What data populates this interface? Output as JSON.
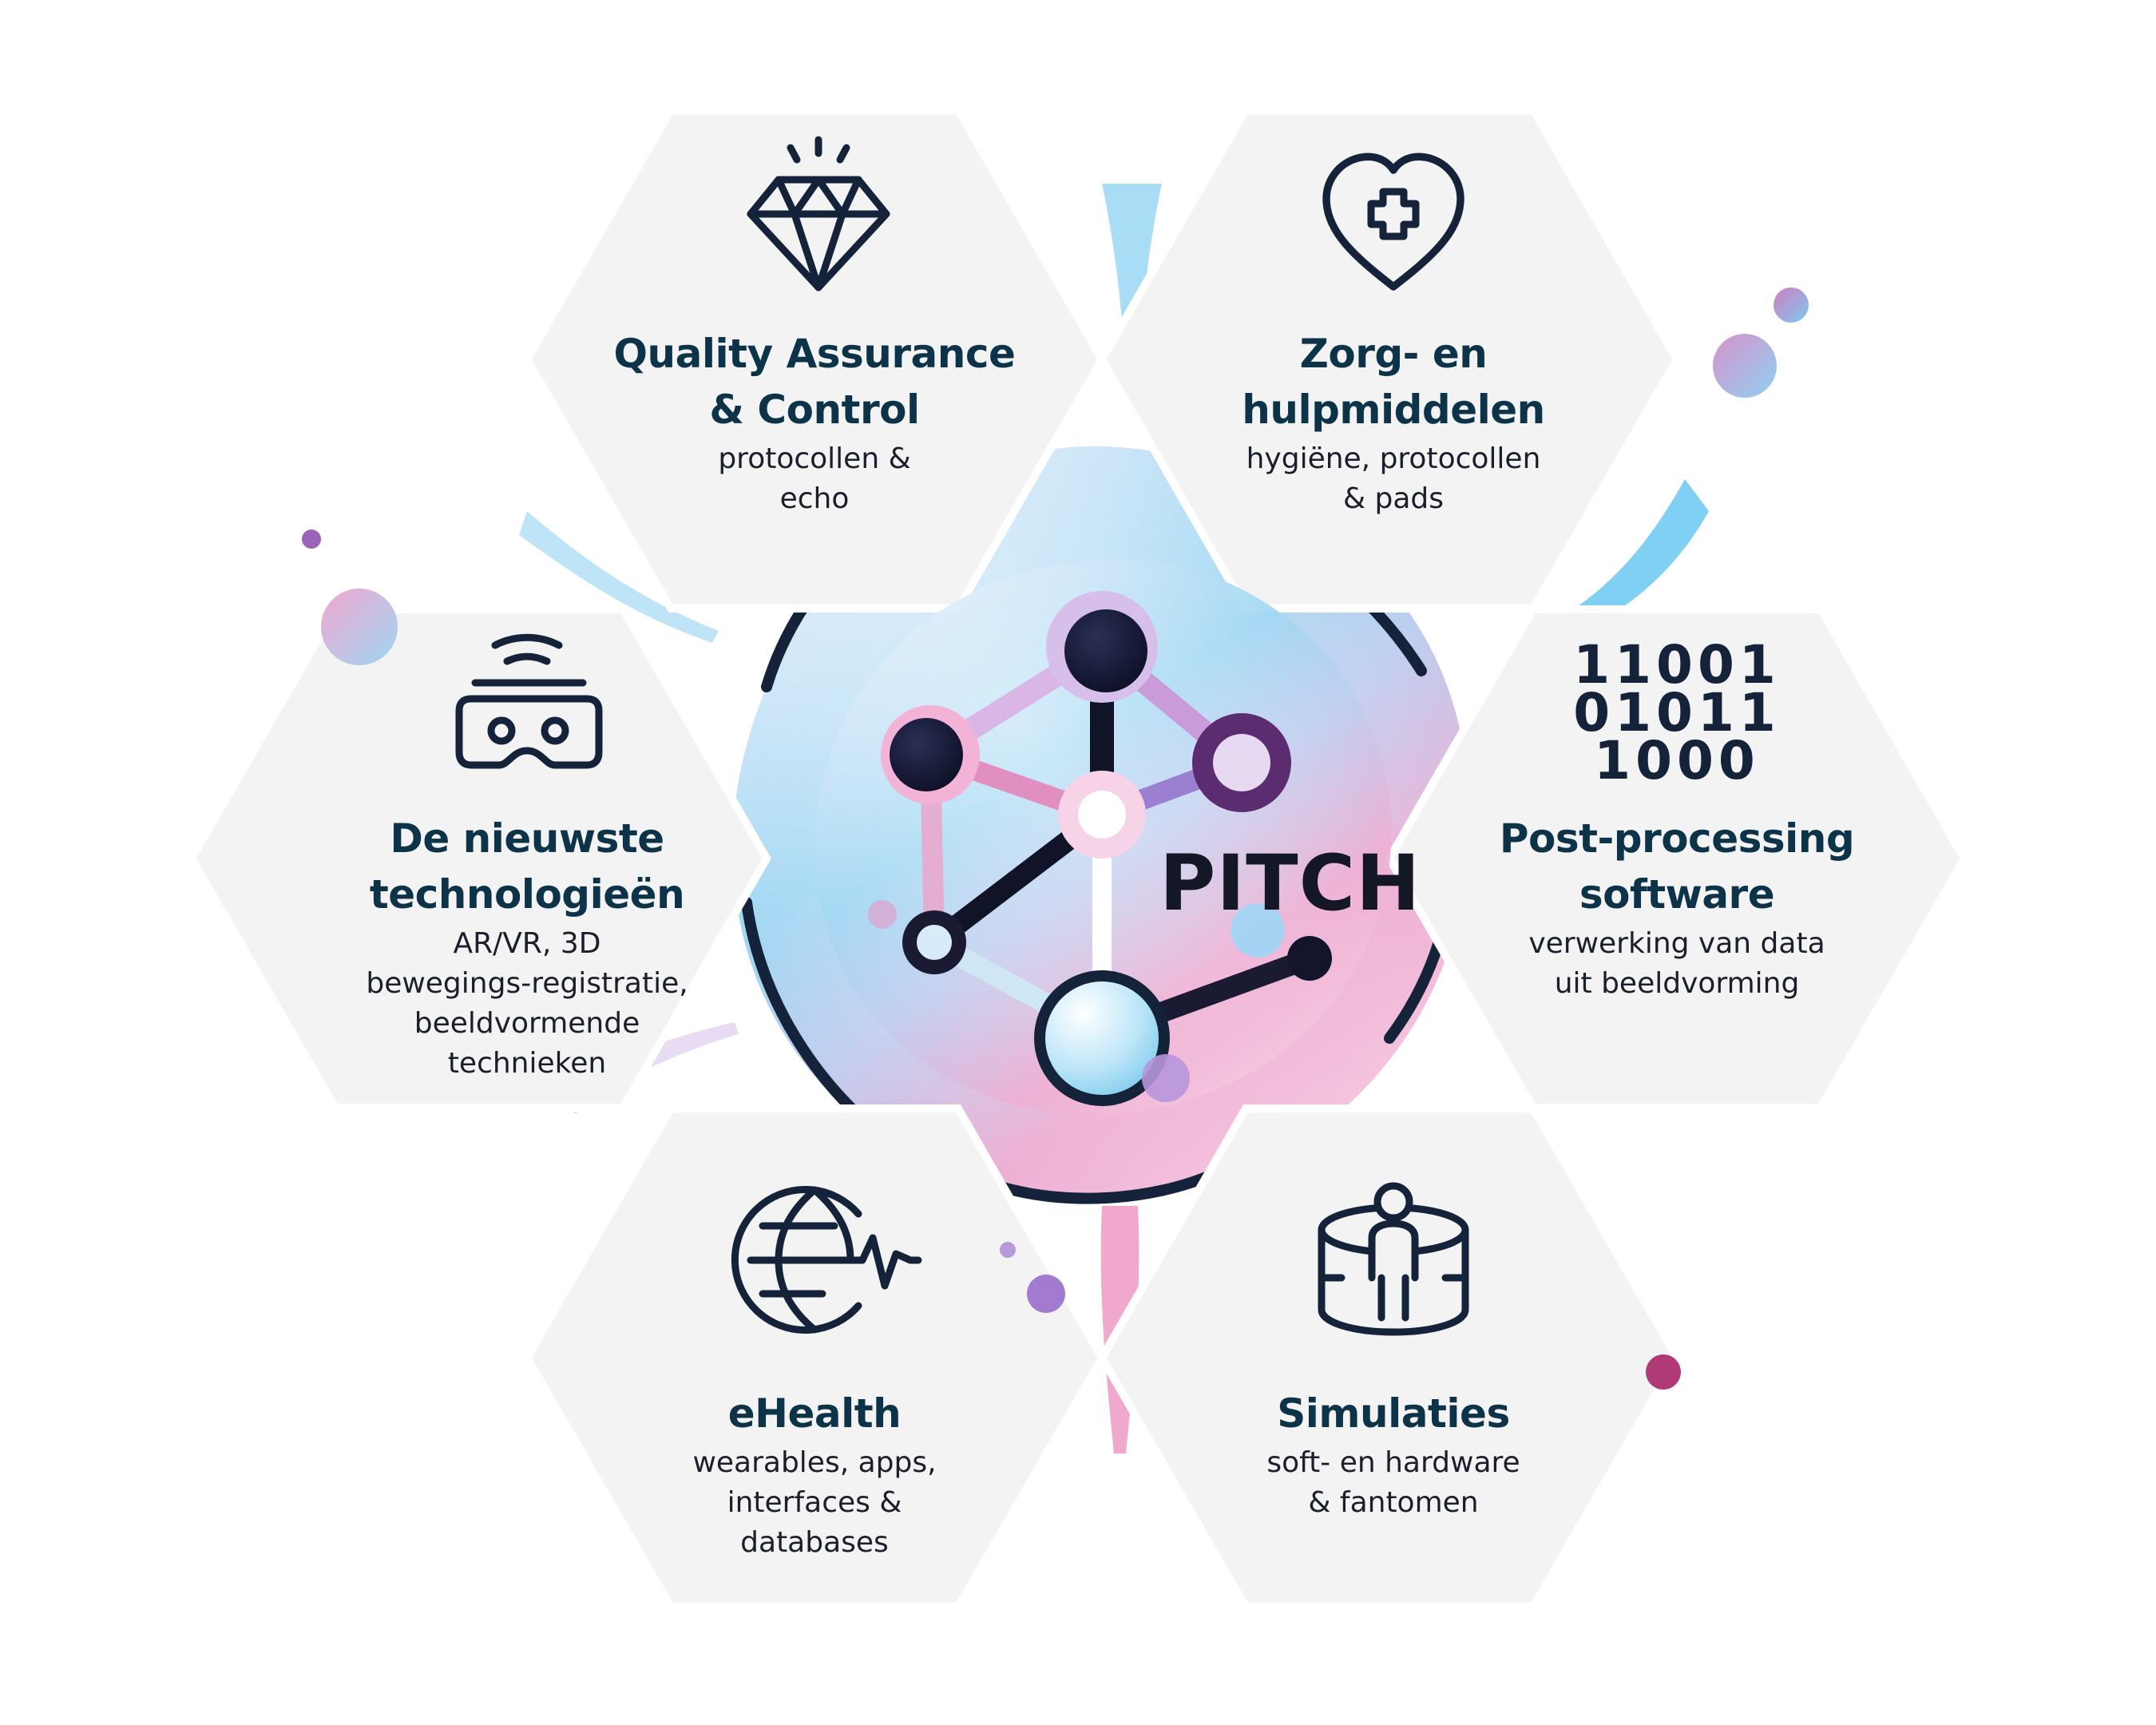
{
  "brand": "PITCH",
  "colors": {
    "navy": "#14233a",
    "title": "#0d3349",
    "hex_fill": "#f3f3f4",
    "cyan": "#35b6ea",
    "pink": "#ee9cc9",
    "purple": "#5b2c6f"
  },
  "segments": [
    {
      "icon": "diamond-icon",
      "title": [
        "Quality Assurance",
        "& Control"
      ],
      "subtitle": [
        "protocollen &",
        "echo"
      ]
    },
    {
      "icon": "heart-plus-icon",
      "title": [
        "Zorg- en",
        "hulpmiddelen"
      ],
      "subtitle": [
        "hygiëne, protocollen",
        "& pads"
      ]
    },
    {
      "icon": "binary-code-icon",
      "icon_text": [
        "11001",
        "01011",
        "1000"
      ],
      "title": [
        "Post-processing",
        "software"
      ],
      "subtitle": [
        "verwerking van data",
        "uit beeldvorming"
      ]
    },
    {
      "icon": "person-simulation-icon",
      "title": [
        "Simulaties"
      ],
      "subtitle": [
        "soft- en hardware",
        "& fantomen"
      ]
    },
    {
      "icon": "globe-heartbeat-icon",
      "title": [
        "eHealth"
      ],
      "subtitle": [
        "wearables, apps,",
        "interfaces &",
        "databases"
      ]
    },
    {
      "icon": "vr-headset-icon",
      "title": [
        "De nieuwste",
        "technologieën"
      ],
      "subtitle": [
        "AR/VR, 3D",
        "bewegings-registratie,",
        "beeldvormende",
        "technieken"
      ]
    }
  ]
}
